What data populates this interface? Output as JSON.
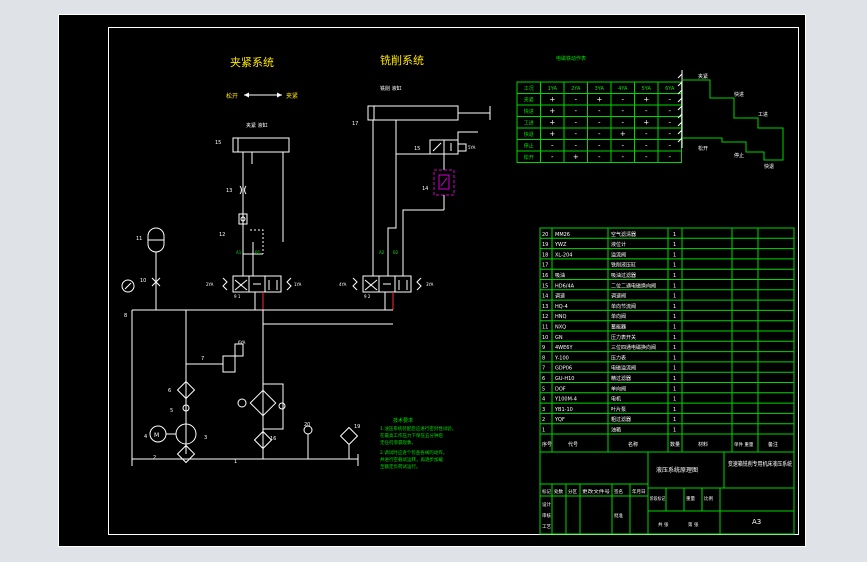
{
  "titles": {
    "clamp_system": "夹紧系统",
    "milling_system": "铣削系统",
    "table_title": "电磁铁动作表"
  },
  "labels": {
    "loosen": "松开",
    "clamp": "夹紧",
    "clamp_cylinder": "夹紧 液缸",
    "milling_cylinder": "铣削 液缸"
  },
  "action_table": {
    "headers": [
      "工况",
      "1YA",
      "2YA",
      "3YA",
      "4YA",
      "5YA",
      "6YA"
    ],
    "rows": [
      [
        "夹紧",
        "+",
        "-",
        "+",
        "-",
        "+",
        "-"
      ],
      [
        "快进",
        "+",
        "-",
        "-",
        "-",
        "-",
        "-"
      ],
      [
        "工进",
        "+",
        "-",
        "-",
        "-",
        "+",
        "-"
      ],
      [
        "快退",
        "+",
        "-",
        "-",
        "+",
        "-",
        "-"
      ],
      [
        "停止",
        "-",
        "-",
        "-",
        "-",
        "-",
        "-"
      ],
      [
        "松开",
        "-",
        "+",
        "-",
        "-",
        "-",
        "-"
      ]
    ]
  },
  "cycle_diagram": {
    "steps": [
      "夹紧",
      "快进",
      "工进",
      "快退",
      "停止",
      "松开"
    ]
  },
  "component_numbers": [
    "1",
    "2",
    "3",
    "4",
    "5",
    "6",
    "7",
    "8",
    "9",
    "10",
    "11",
    "12",
    "13",
    "14",
    "15",
    "16",
    "17",
    "18",
    "19",
    "20"
  ],
  "valve_tags": {
    "1YA": "1YA",
    "2YA": "2YA",
    "3YA": "3YA",
    "4YA": "4YA",
    "5YA": "5YA",
    "6YA": "6YA"
  },
  "notes": {
    "title": "技术要求",
    "lines": [
      "1.油压系统装配后应进行密封性试验，",
      "  在最高工作压力下保压五分钟后",
      "  无任何渗漏现象。",
      "2.调试时应逐个检查各阀的动作，",
      "  并进行空载试运转，再逐步加载",
      "  至额定负荷试运行。"
    ]
  },
  "parts_list": [
    {
      "no": "20",
      "code": "MM26",
      "name": "空气滤清器",
      "qty": "1"
    },
    {
      "no": "19",
      "code": "YWZ",
      "name": "液位计",
      "qty": "1"
    },
    {
      "no": "18",
      "code": "XL-204",
      "name": "溢流阀",
      "qty": "1"
    },
    {
      "no": "17",
      "code": "",
      "name": "铣削液压缸",
      "qty": "1"
    },
    {
      "no": "16",
      "code": "吸油",
      "name": "吸油过滤器",
      "qty": "1"
    },
    {
      "no": "15",
      "code": "HD6/4A",
      "name": "二位二通电磁换向阀",
      "qty": "1"
    },
    {
      "no": "14",
      "code": "调速",
      "name": "调速阀",
      "qty": "1"
    },
    {
      "no": "13",
      "code": "HQ-4",
      "name": "单向节流阀",
      "qty": "1"
    },
    {
      "no": "12",
      "code": "HNQ",
      "name": "单向阀",
      "qty": "1"
    },
    {
      "no": "11",
      "code": "NXQ",
      "name": "蓄能器",
      "qty": "1"
    },
    {
      "no": "10",
      "code": "GN",
      "name": "压力表开关",
      "qty": "1"
    },
    {
      "no": "9",
      "code": "4WE6Y",
      "name": "三位四通电磁换向阀",
      "qty": "1"
    },
    {
      "no": "8",
      "code": "Y-100",
      "name": "压力表",
      "qty": "1"
    },
    {
      "no": "7",
      "code": "GDP06",
      "name": "电磁溢流阀",
      "qty": "1"
    },
    {
      "no": "6",
      "code": "GU-H10",
      "name": "精过滤器",
      "qty": "1"
    },
    {
      "no": "5",
      "code": "DOF",
      "name": "单向阀",
      "qty": "1"
    },
    {
      "no": "4",
      "code": "Y100M-4",
      "name": "电机",
      "qty": "1"
    },
    {
      "no": "3",
      "code": "YB1-10",
      "name": "叶片泵",
      "qty": "1"
    },
    {
      "no": "2",
      "code": "YQF",
      "name": "粗过滤器",
      "qty": "1"
    },
    {
      "no": "1",
      "code": "",
      "name": "油箱",
      "qty": "1"
    }
  ],
  "parts_header": {
    "no": "序号",
    "code": "代号",
    "name": "名称",
    "qty": "数量",
    "material": "材料",
    "weight": "单件 重量",
    "remark": "备注"
  },
  "title_block": {
    "drawing_name": "液压系统原理图",
    "project_name": "变速箱铣削专用机床液压系统",
    "sheet_size": "A3",
    "row_labels": [
      "标记",
      "处数",
      "分区",
      "更改文件号",
      "签名",
      "年月日"
    ],
    "roles": [
      "设计",
      "审核",
      "工艺",
      "批准"
    ],
    "stage_labels": [
      "阶段标记",
      "重量",
      "比例"
    ],
    "sheet_labels": [
      "共 张",
      "第 张"
    ]
  }
}
